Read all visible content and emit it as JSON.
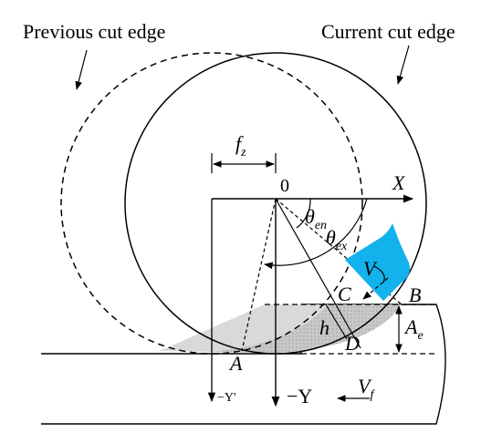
{
  "labels": {
    "previous_cut_edge": "Previous cut edge",
    "current_cut_edge": "Current cut edge",
    "fz_main": "f",
    "fz_sub": "z",
    "origin": "0",
    "x_axis": "X",
    "theta_en_main": "θ",
    "theta_en_sub": "en",
    "theta_ex_main": "θ",
    "theta_ex_sub": "ex",
    "v": "V",
    "point_b": "B",
    "point_c": "C",
    "point_d": "D",
    "point_a": "A",
    "h": "h",
    "ae_main": "A",
    "ae_sub": "e",
    "neg_y_prime": "−Y'",
    "neg_y": "−Y",
    "vf_main": "V",
    "vf_sub": "f"
  },
  "colors": {
    "chip": "#12b2ec",
    "uncut_region": "#d9d9d9",
    "cut_region": "#bdbdbd"
  }
}
